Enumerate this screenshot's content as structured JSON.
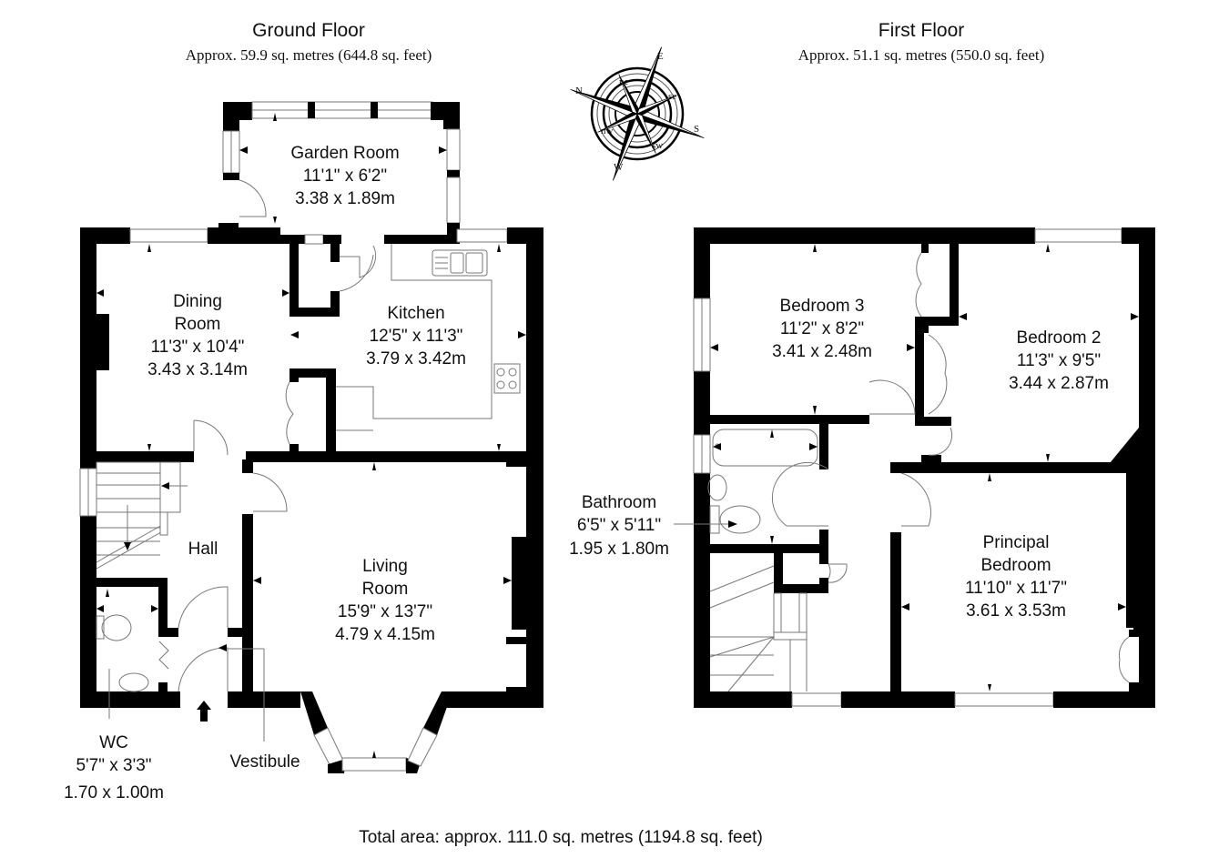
{
  "ground_floor": {
    "title": "Ground Floor",
    "area": "Approx. 59.9 sq. metres (644.8 sq. feet)",
    "rooms": {
      "garden_room": {
        "name": "Garden Room",
        "imperial": "11'1\" x 6'2\"",
        "metric": "3.38 x 1.89m"
      },
      "dining_room": {
        "name_line1": "Dining",
        "name_line2": "Room",
        "imperial": "11'3\" x 10'4\"",
        "metric": "3.43 x 3.14m"
      },
      "kitchen": {
        "name": "Kitchen",
        "imperial": "12'5\" x 11'3\"",
        "metric": "3.79 x 3.42m"
      },
      "hall": {
        "name": "Hall"
      },
      "living_room": {
        "name_line1": "Living",
        "name_line2": "Room",
        "imperial": "15'9\" x 13'7\"",
        "metric": "4.79 x 4.15m"
      },
      "wc": {
        "name": "WC",
        "imperial": "5'7\" x 3'3\"",
        "metric": "1.70 x 1.00m"
      },
      "vestibule": {
        "name": "Vestibule"
      }
    }
  },
  "first_floor": {
    "title": "First Floor",
    "area": "Approx. 51.1 sq. metres (550.0 sq. feet)",
    "rooms": {
      "bedroom_3": {
        "name": "Bedroom 3",
        "imperial": "11'2\" x 8'2\"",
        "metric": "3.41 x 2.48m"
      },
      "bedroom_2": {
        "name": "Bedroom 2",
        "imperial": "11'3\" x 9'5\"",
        "metric": "3.44 x 2.87m"
      },
      "bathroom": {
        "name": "Bathroom",
        "imperial": "6'5\" x 5'11\"",
        "metric": "1.95 x 1.80m"
      },
      "principal_bedroom": {
        "name_line1": "Principal",
        "name_line2": "Bedroom",
        "imperial": "11'10\" x 11'7\"",
        "metric": "3.61 x 3.53m"
      }
    }
  },
  "compass": {
    "icon": "compass-rose-icon",
    "labels": {
      "n": "N",
      "e": "E",
      "s": "S",
      "w": "W",
      "ne": "ne",
      "se": "se",
      "sw": "sw",
      "nw": "nw"
    }
  },
  "total_area": "Total area: approx. 111.0 sq. metres (1194.8 sq. feet)",
  "colors": {
    "wall": "#000000",
    "line": "#777777",
    "background": "#ffffff"
  }
}
